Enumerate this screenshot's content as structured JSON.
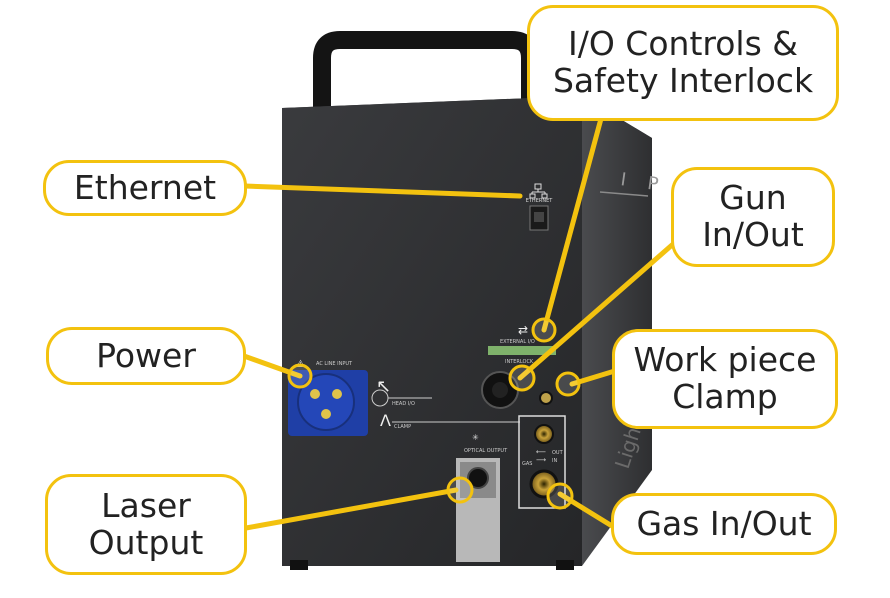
{
  "callouts": {
    "io": "I/O Controls &\nSafety Interlock",
    "ethernet": "Ethernet",
    "gun": "Gun\nIn/Out",
    "power": "Power",
    "clamp": "Work piece\nClamp",
    "laser": "Laser\nOutput",
    "gas": "Gas In/Out"
  },
  "device_labels": {
    "brand": "I P G",
    "ethernet_port": "ETHERNET",
    "external": "EXTERNAL I/O",
    "interlock": "INTERLOCK",
    "head_io": "HEAD I/O",
    "clamp": "CLAMP",
    "ac_input": "AC LINE INPUT",
    "optical": "OPTICAL OUTPUT",
    "gas": "GAS",
    "gas_out": "OUT",
    "gas_in": "IN",
    "side_logo": "LightWELD"
  },
  "colors": {
    "accent": "#f3c20f",
    "housing": "#2c2c2e",
    "connector_blue": "#1f3fa6"
  }
}
